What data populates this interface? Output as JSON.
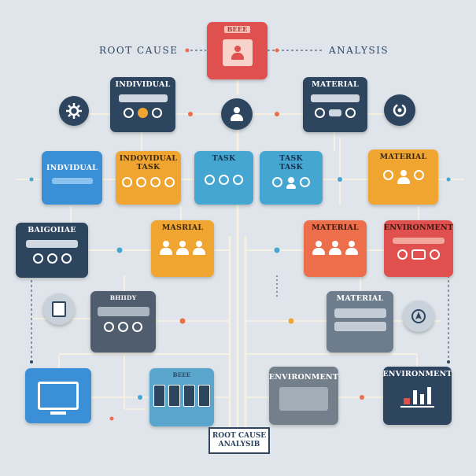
{
  "heading_left": "ROOT  CAUSE",
  "heading_right": "ANALYSIS",
  "top_box_label": "BEEE",
  "footer_label": "ROOT CAUSE ANALYSIB",
  "nodes": {
    "individual_top": "INDIVIDUAL",
    "material_top": "MATERIAL",
    "individual_left": "INDVIDUAL",
    "individual_task": "INDOVIDUAL TASK",
    "task_1": "TASK",
    "task_2": "TASK TASK",
    "material_right": "MATERIAL",
    "baigoiae": "BAIGOIIAE",
    "masrial": "MASRIAL",
    "material_coral": "MATERIAL",
    "environment_red": "ENVIRONMENT",
    "bhiidy": "BHIIDY",
    "material_gray": "MATERIAL",
    "bottom_server": "BEEE",
    "environment_gray": "ENVIRONMENT",
    "environment_navy": "ENVIRONMENT"
  },
  "icons": {
    "top": "user-icon",
    "left_gear": "gear-icon",
    "center_person": "user-icon",
    "right_cycle": "refresh-icon",
    "left_doc": "document-icon",
    "right_pin": "location-icon",
    "monitor": "monitor-icon",
    "server": "server-icon",
    "chart": "chart-icon"
  },
  "colors": {
    "navy": "#2e4560",
    "orange": "#f0a531",
    "coral": "#ed6e4b",
    "red": "#e0504f",
    "blue": "#3a8fd6",
    "teal": "#45a6d2",
    "line": "#f5f0e1",
    "dot": "#ed6e4b"
  }
}
